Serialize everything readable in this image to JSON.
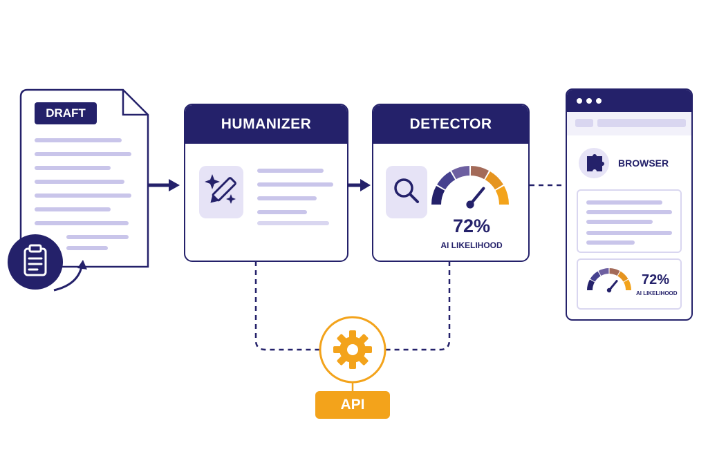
{
  "draft": {
    "label": "DRAFT",
    "icon": "clipboard-icon"
  },
  "humanizer": {
    "title": "HUMANIZER",
    "icon": "magic-pencil-icon"
  },
  "detector": {
    "title": "DETECTOR",
    "icon": "magnifier-icon",
    "score": "72%",
    "score_label": "AI LIKELIHOOD",
    "gauge_value_percent": 72,
    "gauge_colors": [
      "#24216a",
      "#46418f",
      "#6d5fa0",
      "#a36a58",
      "#e59420",
      "#f3a31b"
    ]
  },
  "browser": {
    "label": "BROWSER",
    "icon": "puzzle-icon",
    "score": "72%",
    "score_label": "AI LIKELIHOOD"
  },
  "api": {
    "label": "API",
    "icon": "gear-icon"
  },
  "colors": {
    "navy": "#24216a",
    "orange": "#f3a31b",
    "lavender": "#c9c5ea",
    "tile": "#e6e3f6"
  }
}
